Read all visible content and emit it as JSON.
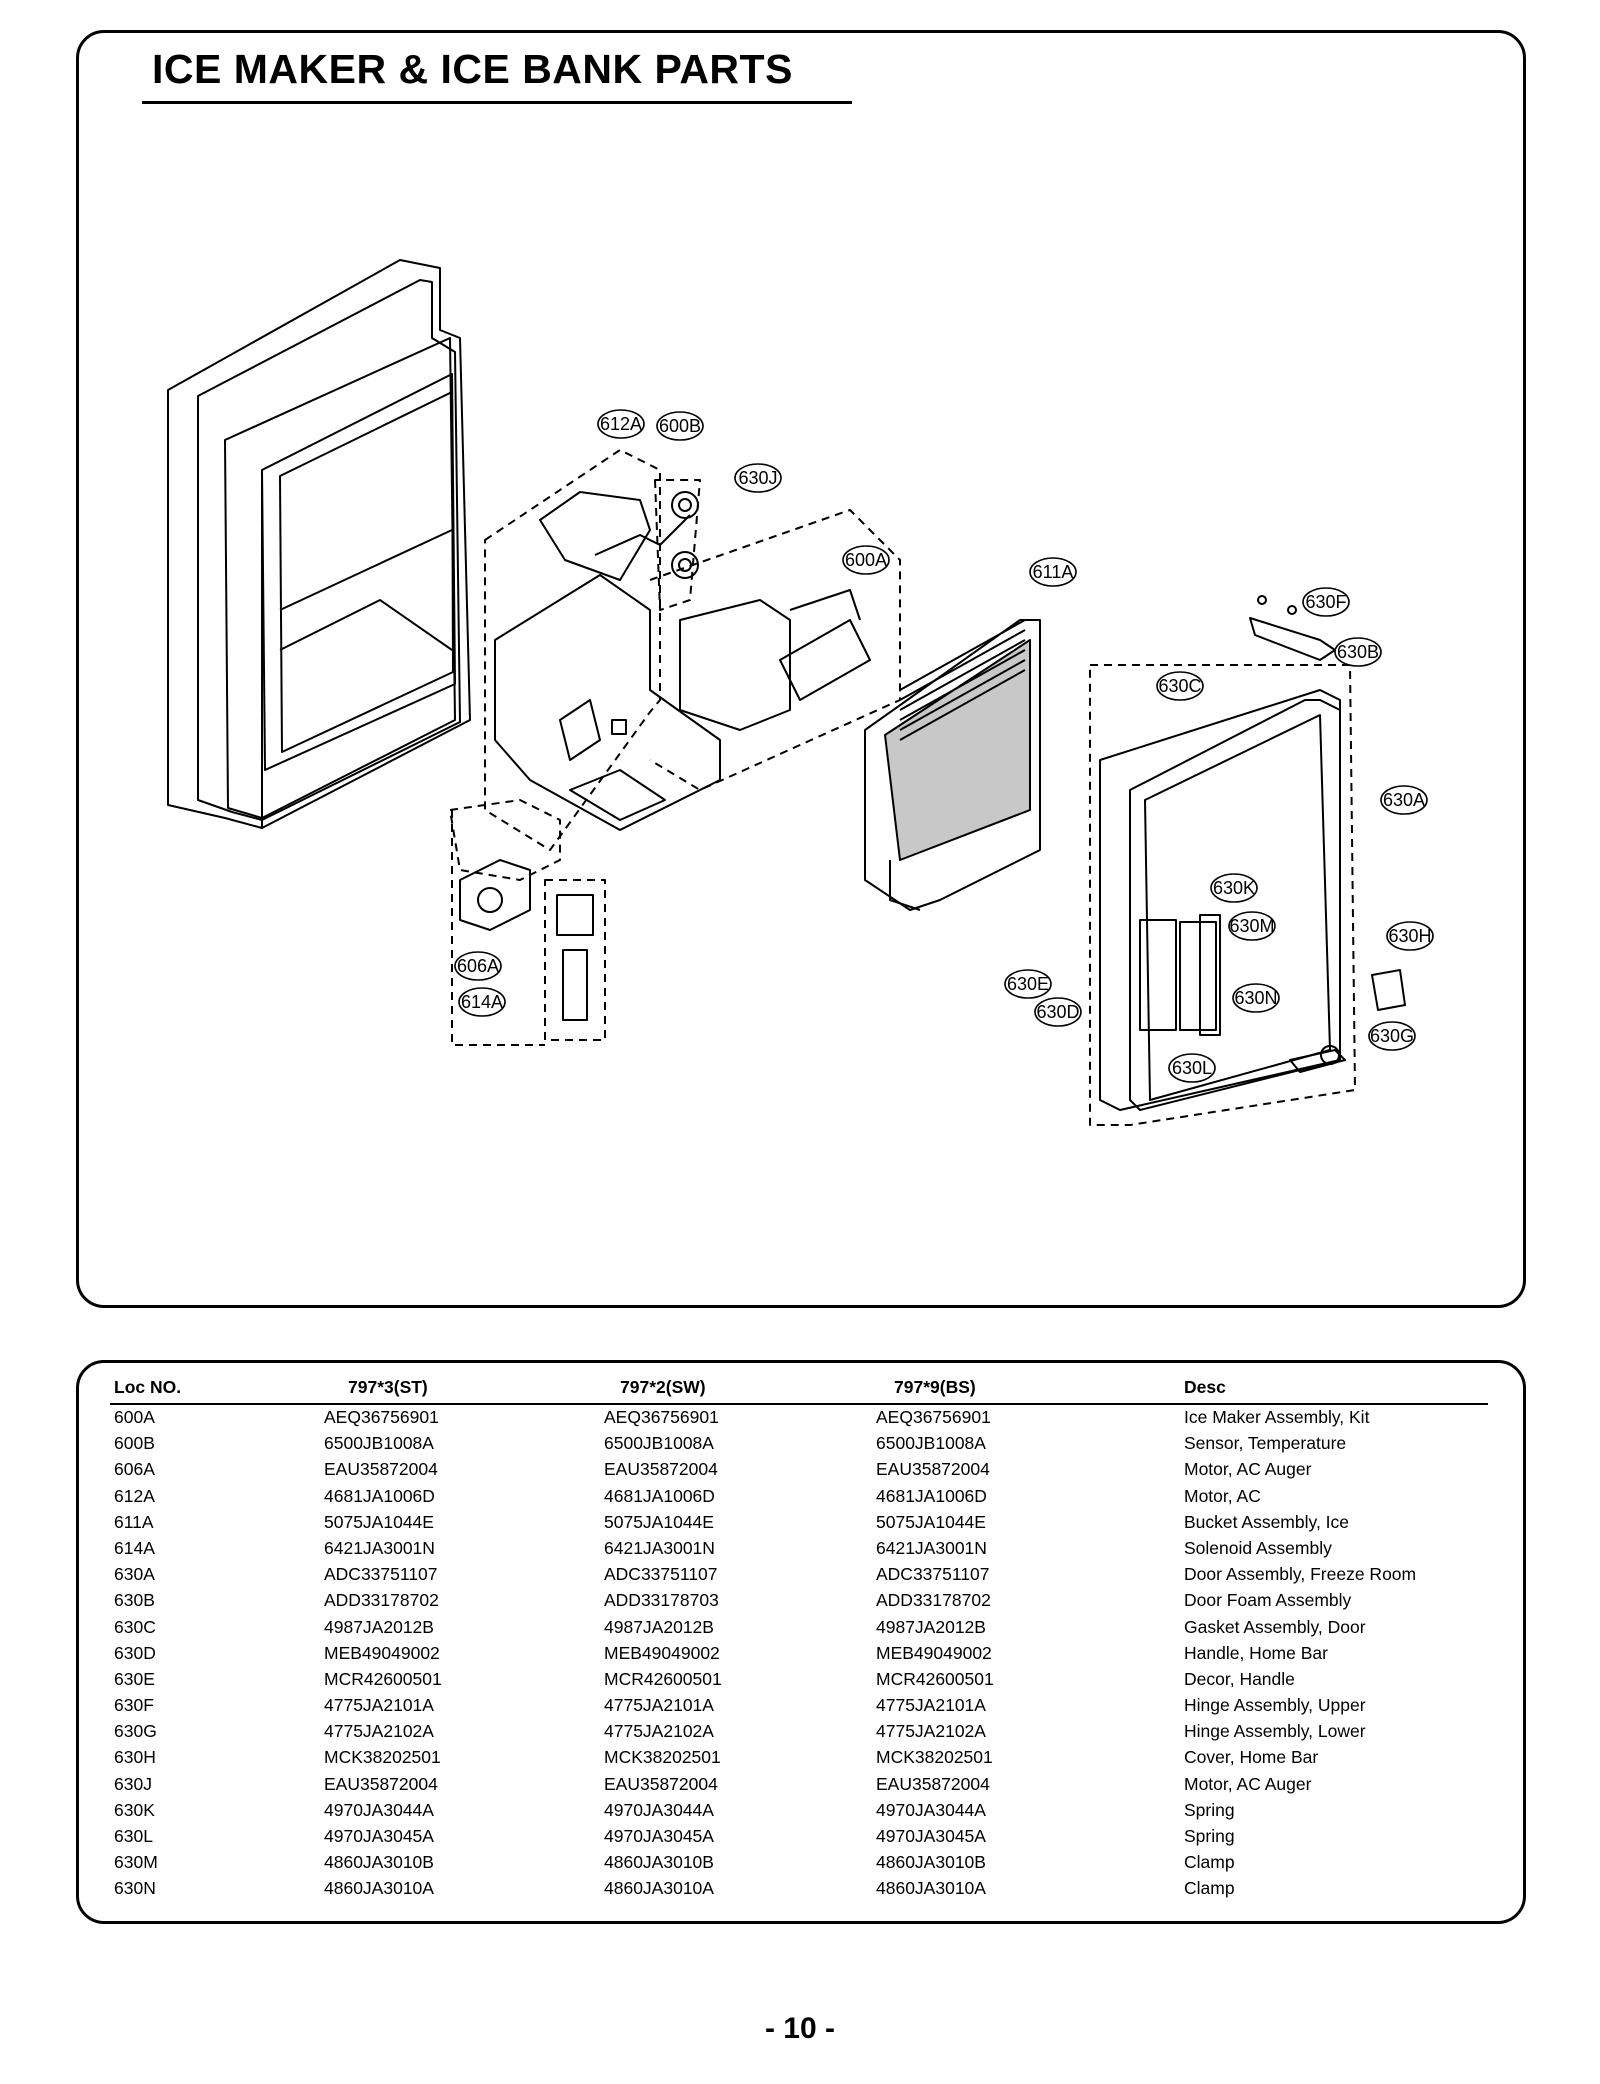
{
  "title": "ICE MAKER & ICE BANK PARTS",
  "callouts": [
    "612A",
    "600B",
    "630J",
    "600A",
    "611A",
    "630F",
    "630B",
    "630C",
    "630A",
    "630K",
    "630M",
    "630H",
    "630E",
    "630D",
    "630N",
    "630G",
    "630L",
    "606A",
    "614A"
  ],
  "table": {
    "headers": [
      "Loc NO.",
      "797*3(ST)",
      "797*2(SW)",
      "797*9(BS)",
      "Desc"
    ],
    "rows": [
      [
        "600A",
        "AEQ36756901",
        "AEQ36756901",
        "AEQ36756901",
        "Ice Maker Assembly, Kit"
      ],
      [
        "600B",
        "6500JB1008A",
        "6500JB1008A",
        "6500JB1008A",
        "Sensor, Temperature"
      ],
      [
        "606A",
        "EAU35872004",
        "EAU35872004",
        "EAU35872004",
        "Motor, AC Auger"
      ],
      [
        "612A",
        "4681JA1006D",
        "4681JA1006D",
        "4681JA1006D",
        "Motor, AC"
      ],
      [
        "611A",
        "5075JA1044E",
        "5075JA1044E",
        "5075JA1044E",
        "Bucket Assembly, Ice"
      ],
      [
        "614A",
        "6421JA3001N",
        "6421JA3001N",
        "6421JA3001N",
        "Solenoid Assembly"
      ],
      [
        "630A",
        "ADC33751107",
        "ADC33751107",
        "ADC33751107",
        "Door Assembly, Freeze Room"
      ],
      [
        "630B",
        "ADD33178702",
        "ADD33178703",
        "ADD33178702",
        "Door Foam Assembly"
      ],
      [
        "630C",
        "4987JA2012B",
        "4987JA2012B",
        "4987JA2012B",
        "Gasket Assembly, Door"
      ],
      [
        "630D",
        "MEB49049002",
        "MEB49049002",
        "MEB49049002",
        "Handle, Home Bar"
      ],
      [
        "630E",
        "MCR42600501",
        "MCR42600501",
        "MCR42600501",
        "Decor, Handle"
      ],
      [
        "630F",
        "4775JA2101A",
        "4775JA2101A",
        "4775JA2101A",
        "Hinge Assembly, Upper"
      ],
      [
        "630G",
        "4775JA2102A",
        "4775JA2102A",
        "4775JA2102A",
        "Hinge Assembly, Lower"
      ],
      [
        "630H",
        "MCK38202501",
        "MCK38202501",
        "MCK38202501",
        "Cover, Home Bar"
      ],
      [
        "630J",
        "EAU35872004",
        "EAU35872004",
        "EAU35872004",
        "Motor, AC Auger"
      ],
      [
        "630K",
        "4970JA3044A",
        "4970JA3044A",
        "4970JA3044A",
        "Spring"
      ],
      [
        "630L",
        "4970JA3045A",
        "4970JA3045A",
        "4970JA3045A",
        "Spring"
      ],
      [
        "630M",
        "4860JA3010B",
        "4860JA3010B",
        "4860JA3010B",
        "Clamp"
      ],
      [
        "630N",
        "4860JA3010A",
        "4860JA3010A",
        "4860JA3010A",
        "Clamp"
      ]
    ]
  },
  "page_number": "- 10 -"
}
